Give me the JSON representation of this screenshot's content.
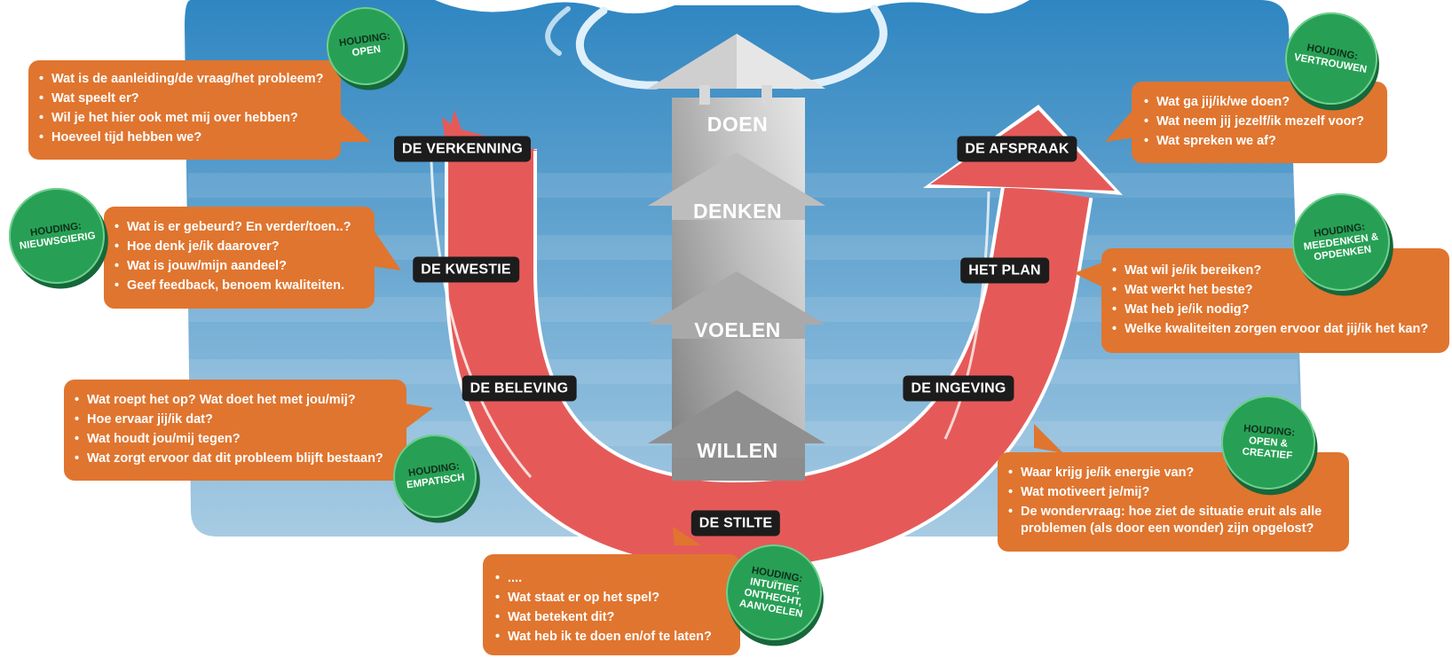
{
  "stages": {
    "verkenning": "DE VERKENNING",
    "kwestie": "DE KWESTIE",
    "beleving": "DE BELEVING",
    "stilte": "DE STILTE",
    "ingeving": "DE INGEVING",
    "plan": "HET PLAN",
    "afspraak": "DE AFSPRAAK"
  },
  "pillar": {
    "doen": "DOEN",
    "denken": "DENKEN",
    "voelen": "VOELEN",
    "willen": "WILLEN"
  },
  "bubbles": {
    "verkenning": [
      "Wat is de aanleiding/de vraag/het probleem?",
      "Wat speelt er?",
      "Wil je het hier ook met mij over hebben?",
      "Hoeveel tijd hebben we?"
    ],
    "kwestie": [
      "Wat is er gebeurd? En verder/toen..?",
      "Hoe denk je/ik daarover?",
      "Wat is jouw/mijn aandeel?",
      "Geef feedback, benoem kwaliteiten."
    ],
    "beleving": [
      "Wat roept het op? Wat doet het met jou/mij?",
      "Hoe ervaar jij/ik dat?",
      "Wat houdt jou/mij tegen?",
      "Wat zorgt ervoor dat dit probleem blijft bestaan?"
    ],
    "stilte": [
      "....",
      "Wat staat er op het spel?",
      "Wat betekent dit?",
      "Wat heb ik te doen en/of te laten?"
    ],
    "ingeving": [
      "Waar krijg je/ik energie van?",
      "Wat motiveert je/mij?",
      "De wondervraag: hoe ziet de situatie eruit als alle problemen (als door een wonder) zijn opgelost?"
    ],
    "plan": [
      "Wat wil je/ik bereiken?",
      "Wat werkt het beste?",
      "Wat heb je/ik nodig?",
      "Welke kwaliteiten zorgen ervoor dat jij/ik het kan?"
    ],
    "afspraak": [
      "Wat ga jij/ik/we doen?",
      "Wat neem jij jezelf/ik mezelf voor?",
      "Wat spreken we af?"
    ]
  },
  "badges": {
    "title": "HOUDING:",
    "open": "OPEN",
    "nieuwsgierig": "NIEUWSGIERIG",
    "empatisch": "EMPATISCH",
    "intuitief": "INTUÏTIEF,\nONTHECHT,\nAANVOELEN",
    "creatief": "OPEN &\nCREATIEF",
    "meedenken": "MEEDENKEN &\nOPDENKEN",
    "vertrouwen": "VERTROUWEN"
  },
  "colors": {
    "sky_top": "#2f86c1",
    "sky_bottom": "#a7cbe3",
    "arrow": "#e55a58",
    "bubble": "#e0752f",
    "badge": "#27a055",
    "label": "#1c1c1c",
    "pillar": "#b4b4b4"
  }
}
